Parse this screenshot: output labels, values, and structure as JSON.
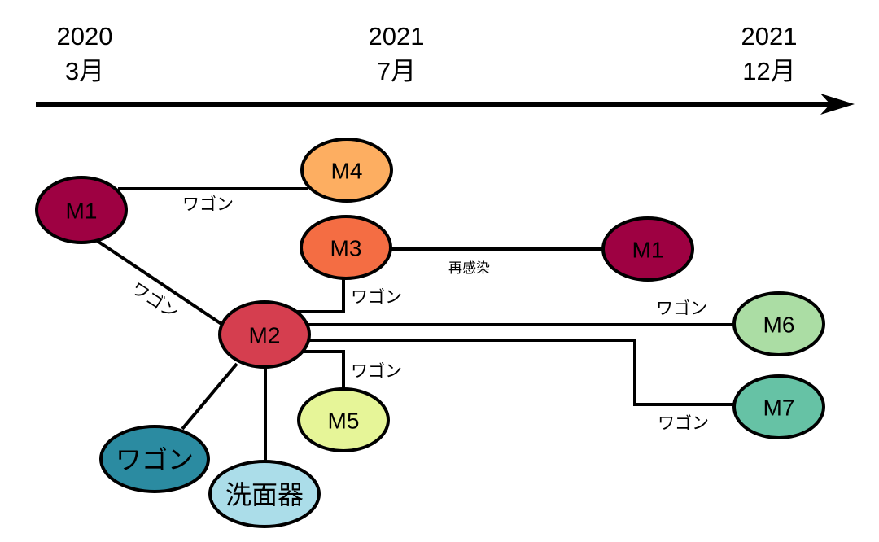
{
  "timeline": {
    "ticks": [
      {
        "year": "2020",
        "month": "3月"
      },
      {
        "year": "2021",
        "month": "7月"
      },
      {
        "year": "2021",
        "month": "12月"
      }
    ]
  },
  "nodes": {
    "m1_start": {
      "label": "M1",
      "color": "#9e0142"
    },
    "m4": {
      "label": "M4",
      "color": "#fdae61"
    },
    "m3": {
      "label": "M3",
      "color": "#f46d43"
    },
    "m1_end": {
      "label": "M1",
      "color": "#9e0142"
    },
    "m2": {
      "label": "M2",
      "color": "#d53e4f"
    },
    "m6": {
      "label": "M6",
      "color": "#abdda4"
    },
    "m7": {
      "label": "M7",
      "color": "#66c2a5"
    },
    "m5": {
      "label": "M5",
      "color": "#e6f598"
    },
    "wagon": {
      "label": "ワゴン",
      "color": "#2b8ba1"
    },
    "basin": {
      "label": "洗面器",
      "color": "#abdde9"
    }
  },
  "edges": {
    "m1_m4": "ワゴン",
    "m1_m2": "ワゴン",
    "m2_m3": "ワゴン",
    "m3_m1": "再感染",
    "m2_m6": "ワゴン",
    "m2_m5": "ワゴン",
    "m2_m7": "ワゴン"
  }
}
